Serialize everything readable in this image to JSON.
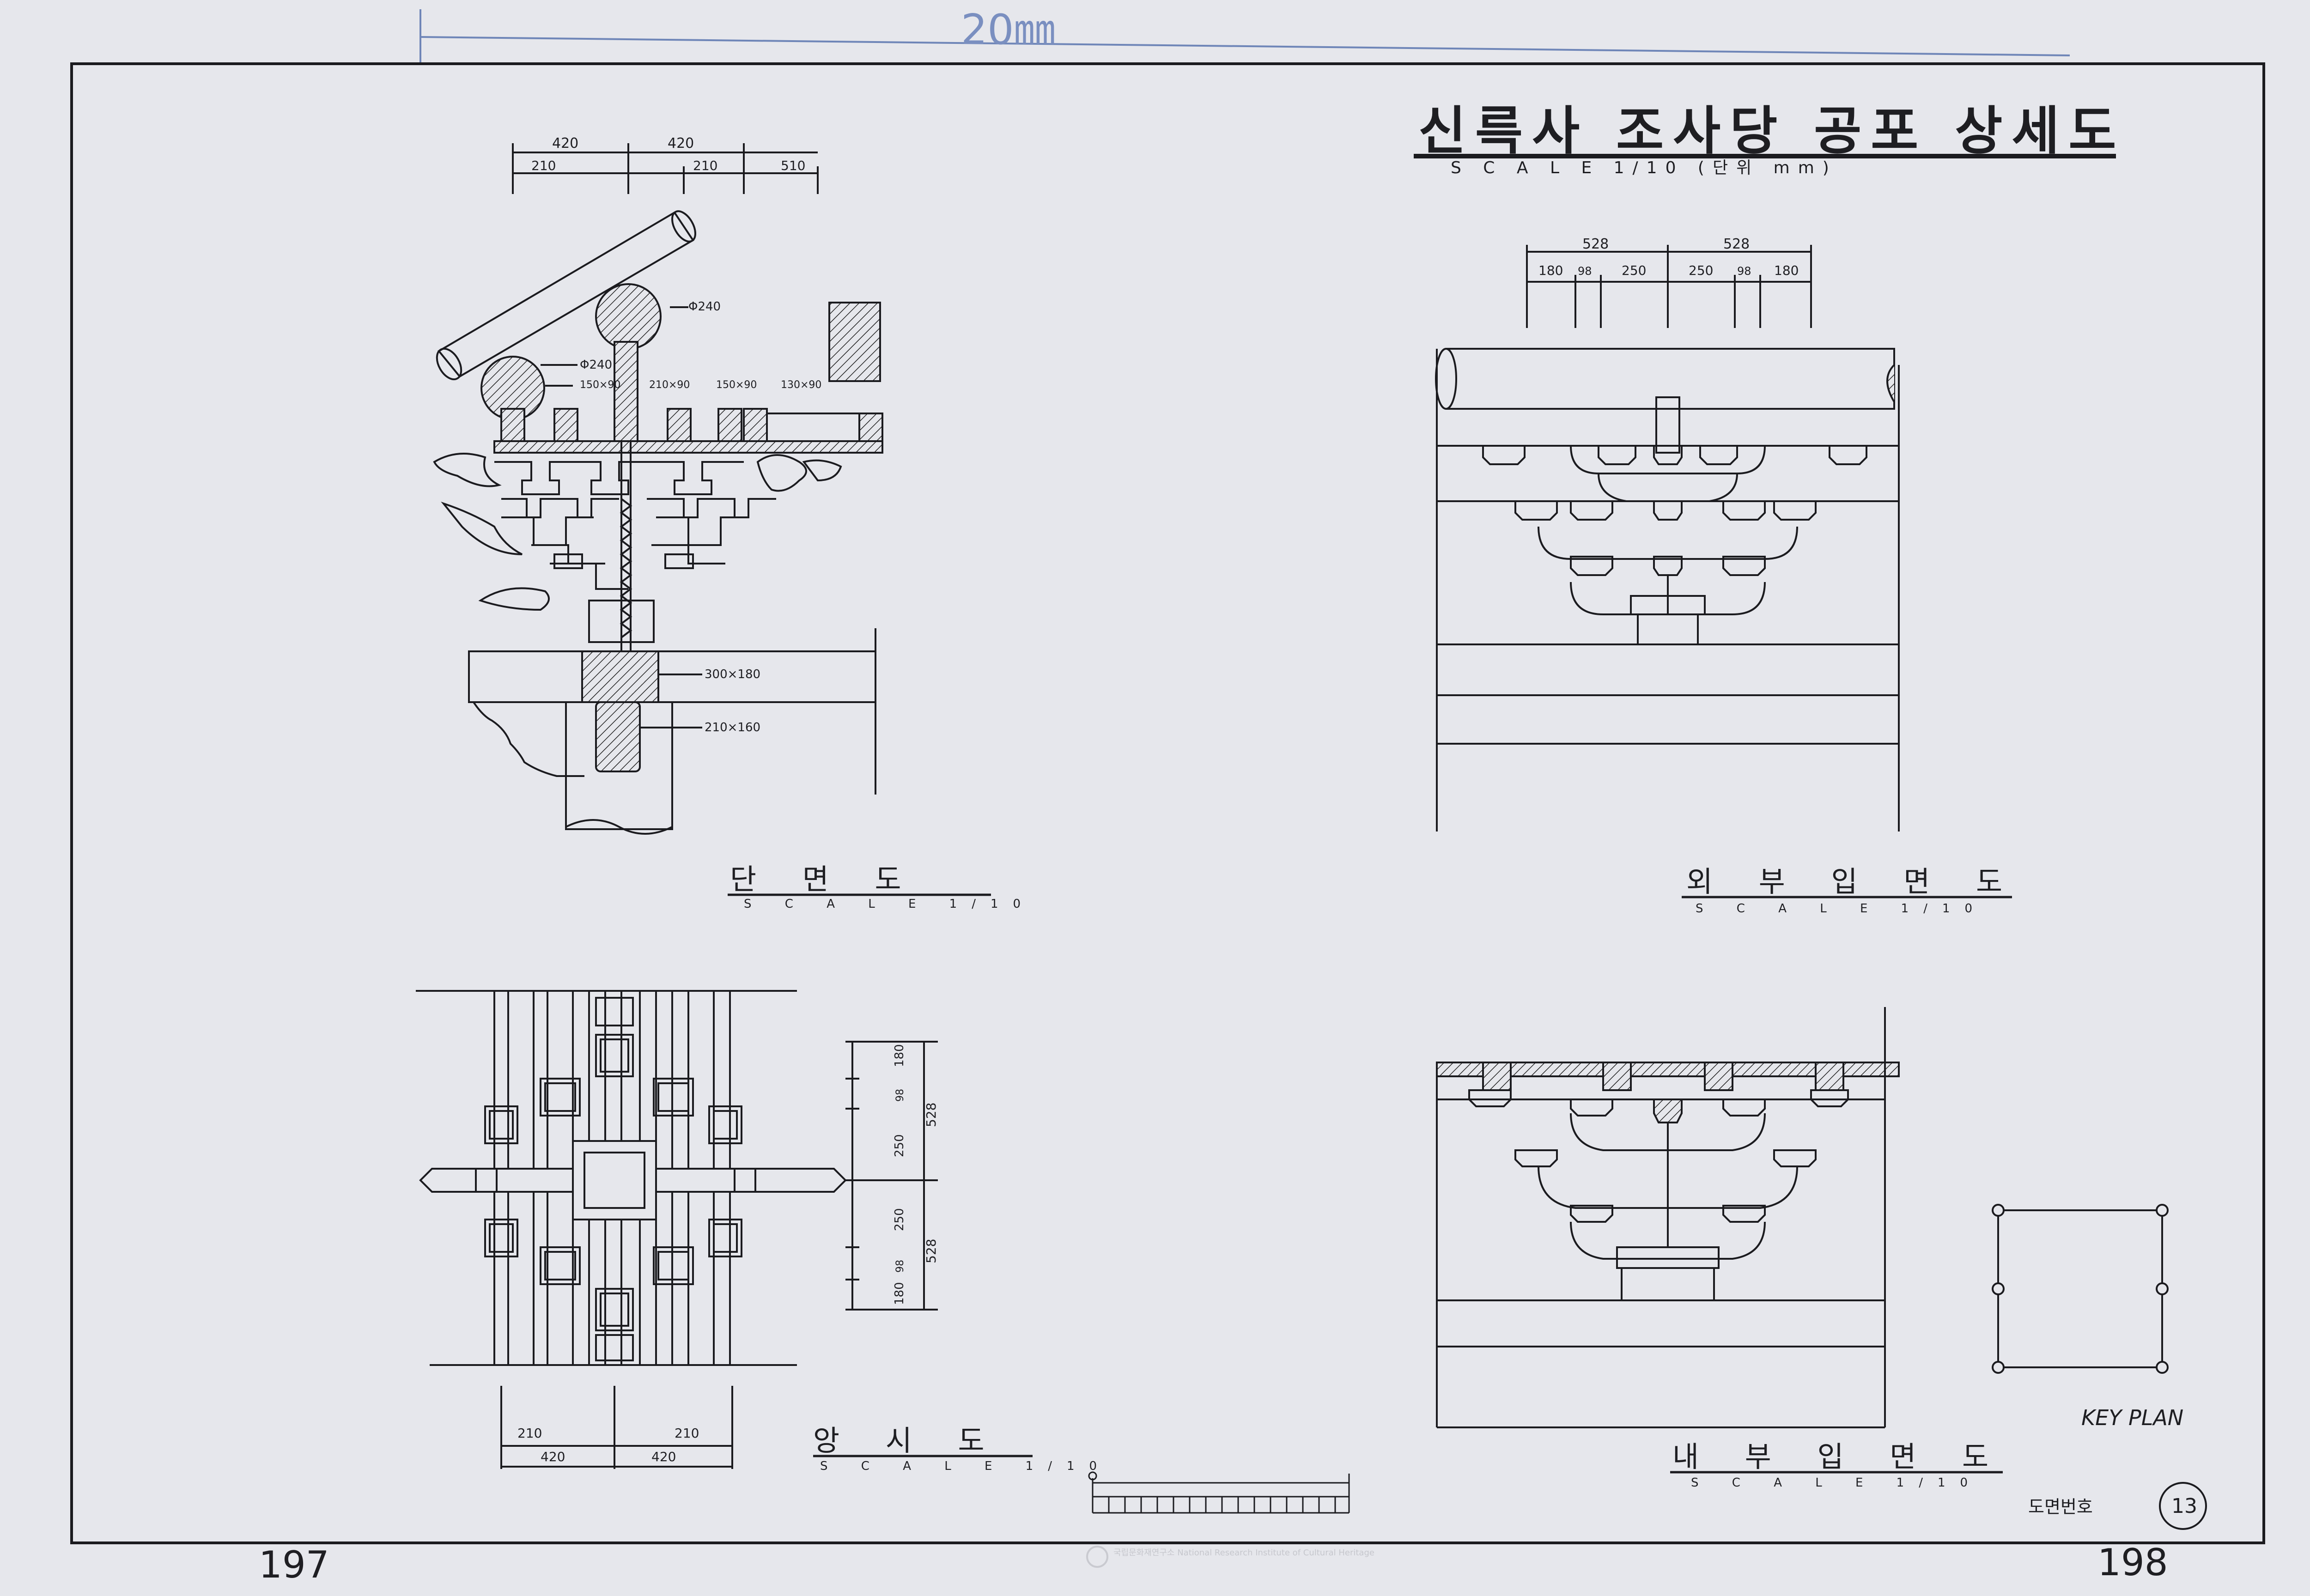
{
  "title": {
    "main": "신륵사 조사당 공포 상세도",
    "scale": "S C A L E   1/10  (단위 mm)"
  },
  "pencil_note": "20㎜",
  "page_numbers": {
    "left": "197",
    "right": "198"
  },
  "section_view": {
    "label": "단 면 도",
    "scale": "S C A L E  1/10",
    "dims_top": [
      "420",
      "420"
    ],
    "dims_bottom": [
      "210",
      "210",
      "510"
    ],
    "annotations": [
      "Φ240",
      "Φ240",
      "150×90",
      "210×90",
      "150×90",
      "130×90",
      "300×180",
      "210×160"
    ]
  },
  "exterior_elevation": {
    "label": "외 부 입 면 도",
    "scale": "S C A L E  1/10",
    "dims_top": [
      "528",
      "528"
    ],
    "dims_bottom": [
      "180",
      "98",
      "250",
      "250",
      "98",
      "180"
    ]
  },
  "plan_view": {
    "label": "앙 시 도",
    "scale": "S C A L E  1/10",
    "dims_bottom_top": [
      "210",
      "210"
    ],
    "dims_bottom_bottom": [
      "420",
      "420"
    ],
    "dims_side_inner": [
      "180",
      "98",
      "250",
      "250",
      "98",
      "180"
    ],
    "dims_side_outer": [
      "528",
      "528"
    ]
  },
  "interior_elevation": {
    "label": "내 부 입 면 도",
    "scale": "S C A L E  1/10"
  },
  "key_plan": {
    "label": "KEY PLAN"
  },
  "drawing_number": {
    "label": "도면번호",
    "value": "13"
  },
  "watermark": "국립문화재연구소 National Research Institute of Cultural Heritage"
}
